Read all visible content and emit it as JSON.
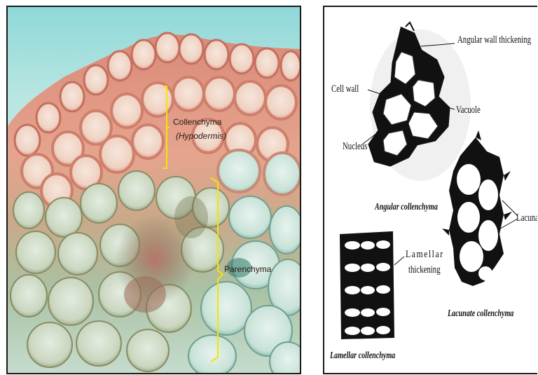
{
  "micrograph": {
    "collenchyma_label": "Collenchyma",
    "hypodermis_label": "(Hypodermis)",
    "parenchyma_label": "Parenchyma",
    "bracket_color": "#f3e600"
  },
  "diagram": {
    "angular_wall_thickening": "Angular wall thickening",
    "cell_wall": "Cell wall",
    "vacuole": "Vacuole",
    "nucleus": "Nucleus",
    "angular_caption": "Angular collenchyma",
    "lacuna": "Lacuna",
    "lamellar_thickening_1": "Lamellar",
    "lamellar_thickening_2": "thickening",
    "lacunate_caption": "Lacunate collenchyma",
    "lamellar_caption": "Lamellar collenchyma"
  }
}
